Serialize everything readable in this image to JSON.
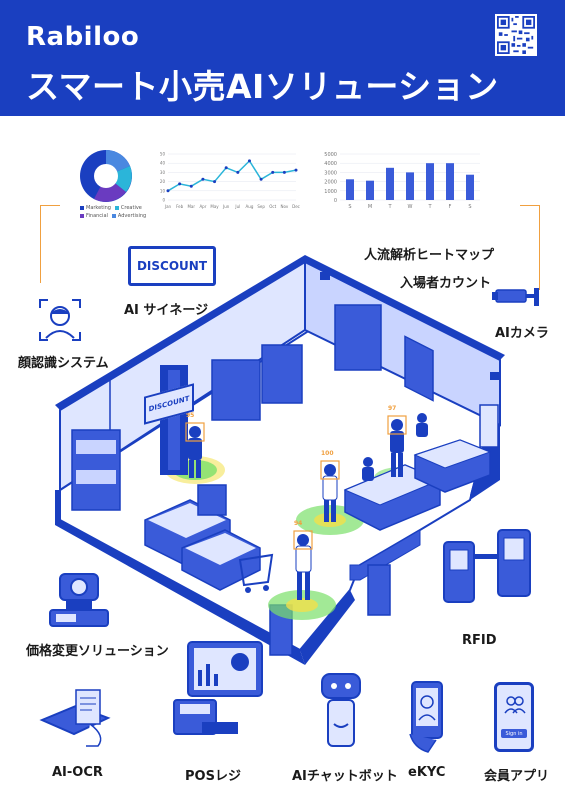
{
  "header": {
    "brand": "Rabiloo",
    "title": "スマート小売AIソリューション"
  },
  "colors": {
    "brand_blue": "#1a3fc0",
    "accent_blue": "#3a5bd9",
    "heat_green": "#7be06a",
    "heat_yellow": "#f3e04a",
    "orange": "#f0a040"
  },
  "charts": {
    "pie": {
      "legend": [
        "Marketing",
        "Creative",
        "Financial",
        "Advertising"
      ]
    },
    "line": {
      "y_ticks": [
        "50",
        "40",
        "30",
        "20",
        "10",
        "0"
      ],
      "x_ticks": [
        "Jan",
        "Feb",
        "Mar",
        "Apr",
        "May",
        "Jun",
        "Jul",
        "Aug",
        "Sep",
        "Oct",
        "Nov",
        "Dec"
      ]
    },
    "bar": {
      "y_ticks": [
        "5000",
        "4000",
        "3000",
        "2000",
        "1000",
        "0"
      ],
      "x_ticks": [
        "S",
        "M",
        "T",
        "W",
        "T",
        "F",
        "S"
      ]
    }
  },
  "store": {
    "sign_small": "DISCOUNT",
    "heat_labels": [
      "95",
      "100",
      "94",
      "97"
    ]
  },
  "features": {
    "signage": "AI サイネージ",
    "signage_screen": "DISCOUNT",
    "heatmap": "人流解析ヒートマップ",
    "counting": "入場者カウント",
    "camera": "AIカメラ",
    "face": "顔認識システム",
    "price": "価格変更ソリューション",
    "rfid": "RFID",
    "ocr": "AI-OCR",
    "pos": "POSレジ",
    "chatbot": "AIチャットボット",
    "ekyc": "eKYC",
    "member_app": "会員アプリ",
    "signin": "Sign in"
  }
}
